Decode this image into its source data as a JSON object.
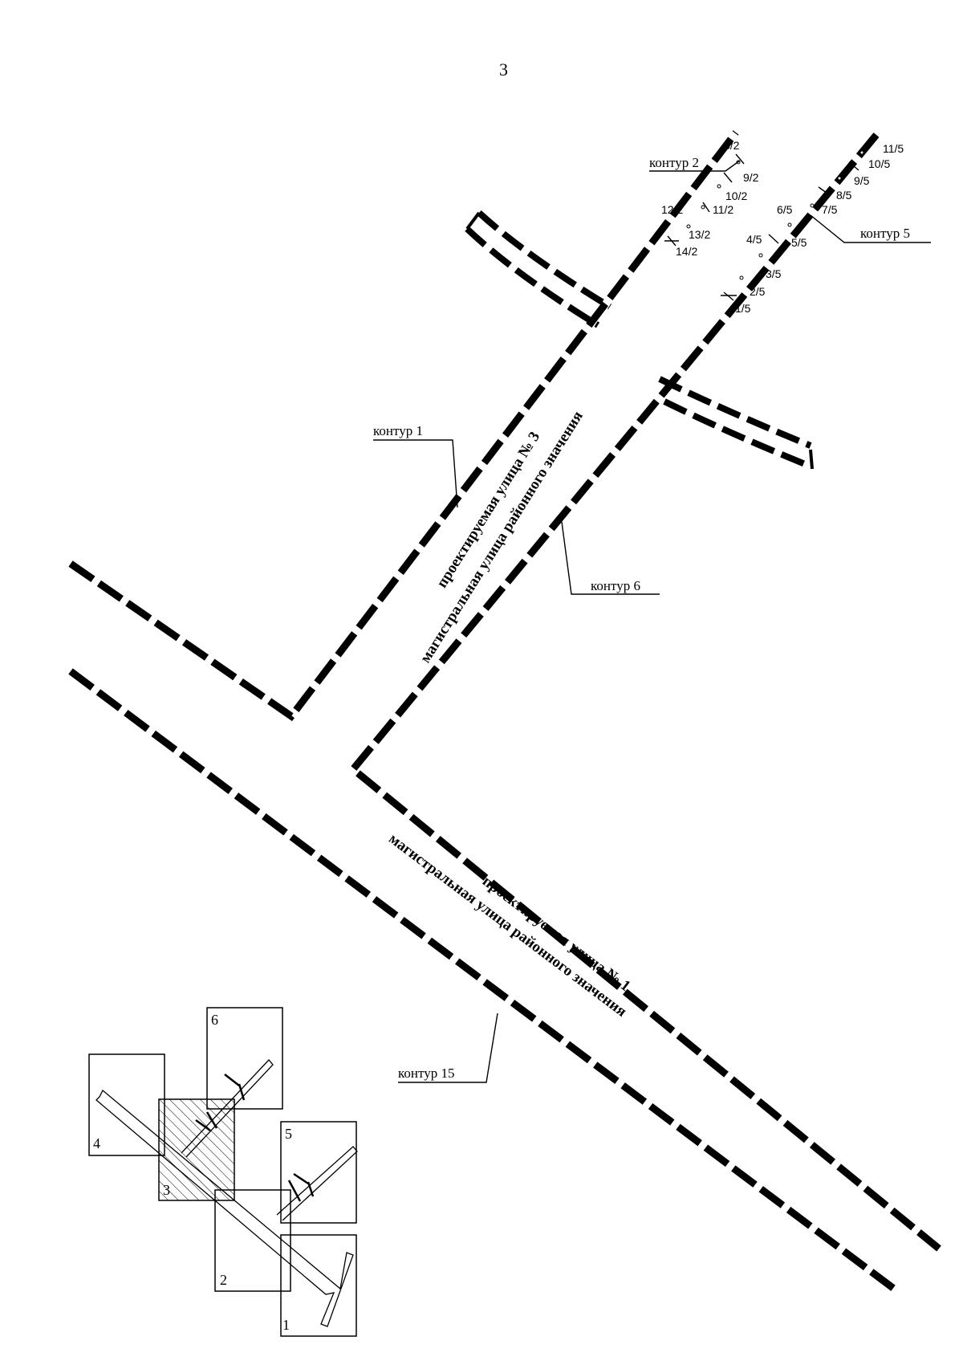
{
  "page_number": "3",
  "contours": {
    "c1": "контур 1",
    "c2": "контур 2",
    "c5": "контур 5",
    "c6": "контур 6",
    "c15": "контур 15"
  },
  "streets": {
    "street3": {
      "line1": "проектируемая улица № 3",
      "line2": "магистральная улица районного значения"
    },
    "street1": {
      "line1": "проектируемая улица № 1",
      "line2": "магистральная улица районного значения"
    }
  },
  "points_contour2": [
    "8/2",
    "9/2",
    "10/2",
    "12/2",
    "11/2",
    "13/2",
    "14/2"
  ],
  "points_contour5": [
    "11/5",
    "10/5",
    "9/5",
    "8/5",
    "6/5",
    "7/5",
    "4/5",
    "5/5",
    "3/5",
    "2/5",
    "1/5"
  ],
  "index_map": {
    "sheets": [
      "1",
      "2",
      "3",
      "4",
      "5",
      "6"
    ],
    "current_sheet": "3"
  }
}
